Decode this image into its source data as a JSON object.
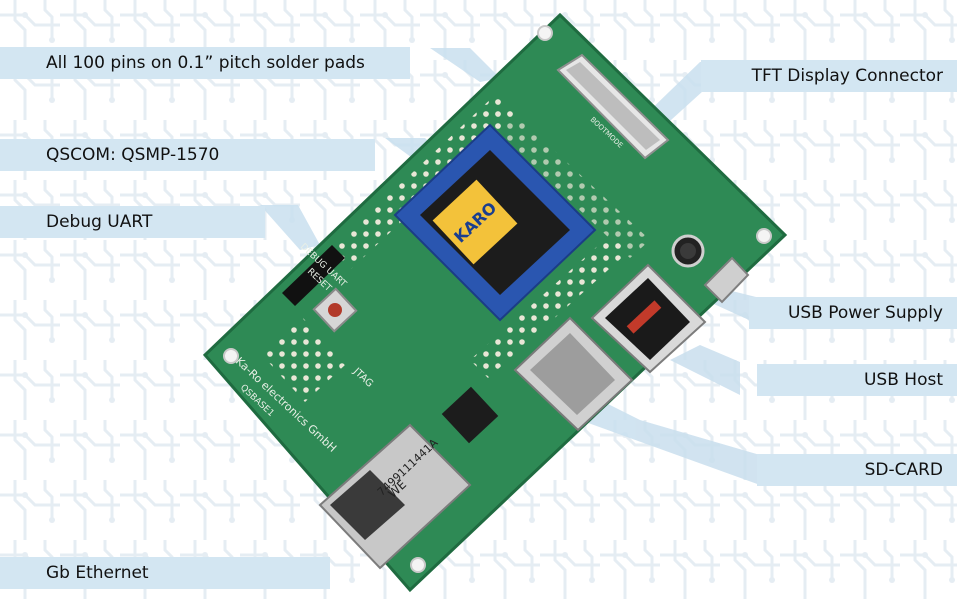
{
  "labels": {
    "pins": "All 100 pins on 0.1” pitch solder pads",
    "tft": "TFT Display Connector",
    "qscom": "QSCOM: QSMP-1570",
    "debug_uart": "Debug UART",
    "usb_power": "USB Power Supply",
    "usb_host": "USB Host",
    "sd_card": "SD-CARD",
    "gb_ethernet": "Gb Ethernet"
  },
  "board": {
    "brand_lines": [
      "Ka-Ro electronics GmbH",
      "QSBASE1"
    ],
    "silk_debug_uart": "DEBUG UART",
    "silk_reset": "RESET",
    "silk_jtag": "JTAG",
    "silk_bootmode": "BOOTMODE",
    "module_brand": "KARO",
    "ethernet_part": "7499111441A",
    "ethernet_vendor": "WE"
  },
  "colors": {
    "label_bg": "#d3e6f2",
    "pcb": "#2e8a55",
    "pcb_edge": "#1f6b40",
    "module": "#2a56b0",
    "chip": "#1c1c1c"
  }
}
